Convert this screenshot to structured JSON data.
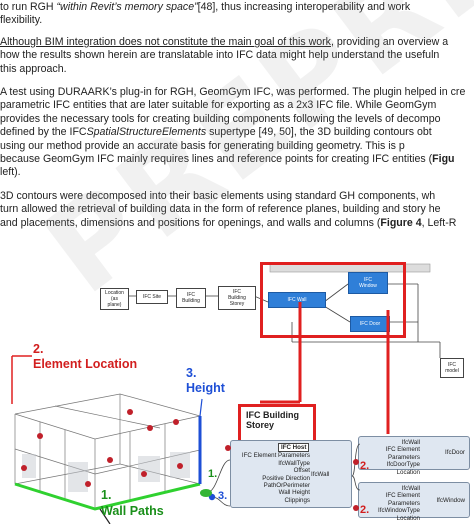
{
  "text": {
    "p1": [
      [
        "to run RGH ",
        "“within Revit’s memory space”",
        "[48], thus increasing interoperability and work"
      ],
      "flexibility."
    ],
    "p2": [
      [
        "Although BIM integration does not constitute the main goal of this work",
        ", providing an overview a"
      ],
      "how the results shown herein are translatable into IFC data might help understand the usefuln",
      "this approach."
    ],
    "p3": [
      "A test using DURAARK’s plug-in for RGH, GeomGym IFC, was performed. The plugin helped in cre",
      "parametric IFC entities that are later suitable for exporting as a 2x3 IFC file. While GeomGym",
      "provides the necessary tools for creating building components following the levels of decompo",
      [
        "defined by the IFC",
        "SpatialStructureElements",
        " supertype [49, 50], the 3D building contours obt"
      ],
      "using our method provide an accurate basis for generating building geometry. This is p",
      [
        "because GeomGym IFC mainly requires lines and reference points for creating IFC entities (",
        "Figu"
      ],
      "left)."
    ],
    "p4": [
      "3D contours were decomposed into their basic elements using standard GH components, wh",
      "turn allowed the retrieval of building data in the form of reference planes, building and story he",
      [
        "and placements, dimensions and positions for openings, and walls and columns (",
        "Figure 4",
        ", Left-R"
      ]
    ]
  },
  "watermark": "PREPRINT",
  "diagram": {
    "location": [
      "Location",
      "(as",
      "plane)"
    ],
    "ifc_site": "IFC Site",
    "ifc_building": [
      "IFC",
      "Building"
    ],
    "ifc_building_storey": [
      "IFC",
      "Building",
      "Storey"
    ],
    "ifc_wall": "IFC Wall",
    "ifc_window": [
      "IFC",
      "Window"
    ],
    "ifc_door": "IFC Door",
    "ifc_model": [
      "IFC",
      "model"
    ]
  },
  "callouts": {
    "element_location_num": "2.",
    "element_location": "Element Location",
    "height_num": "3.",
    "height": "Height",
    "wall_paths_num": "1.",
    "wall_paths": "Wall Paths",
    "gh_num1": "1.",
    "gh_num2": "2.",
    "gh_num3": "3.",
    "gh_num4": "2."
  },
  "gh": {
    "storey_title": [
      "IFC Building",
      "Storey"
    ],
    "ifc_host": "IFC Host",
    "wall_inputs": [
      "IFC Element Parameters",
      "IfcWallType",
      "Offset",
      "Positive Direction",
      "PathOrPerimeter",
      "Wall Height",
      "Clippings"
    ],
    "wall_output": "IfcWall",
    "door_inputs_top": [
      "IfcWall",
      "IFC Element Parameters",
      "IfcDoorType",
      "Location"
    ],
    "door_output": "IfcDoor",
    "window_inputs": [
      "IfcWall",
      "IFC Element Parameters",
      "IfcWindowType",
      "Location"
    ],
    "window_output": "IfcWindow"
  },
  "colors": {
    "accent_red": "#e02020",
    "ifc_blue": "#2f7fd8",
    "gh_panel": "#dfe7f1",
    "wall_green": "#2fd12f",
    "height_blue": "#1e4fd6"
  }
}
